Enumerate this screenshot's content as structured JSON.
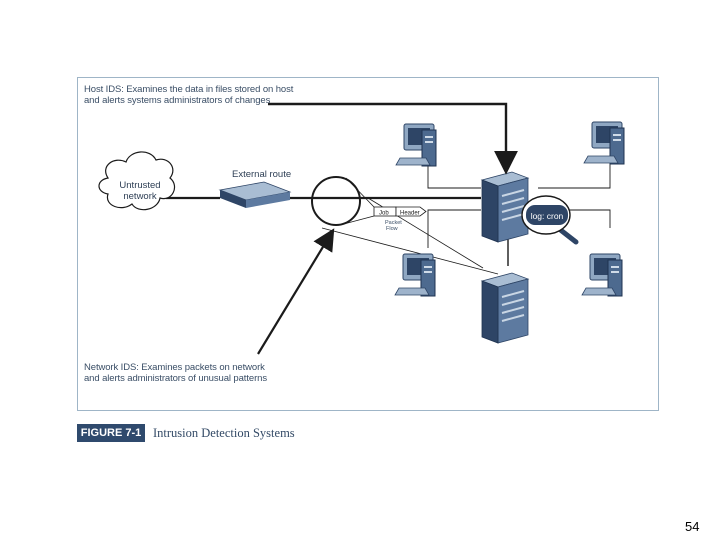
{
  "figure": {
    "host_ids_note_line1": "Host IDS: Examines the data in files stored on host",
    "host_ids_note_line2": "and alerts systems administrators of changes",
    "network_ids_note_line1": "Network IDS: Examines packets on network",
    "network_ids_note_line2": "and alerts administrators of unusual patterns",
    "cloud_line1": "Untrusted",
    "cloud_line2": "network",
    "router_label": "External route",
    "packet_job": "Job",
    "packet_header": "Header",
    "packet_flow_line1": "Packet",
    "packet_flow_line2": "Flow",
    "magnifier_label": "log: cron"
  },
  "caption": {
    "label": "FIGURE 7-1",
    "title": "Intrusion Detection Systems"
  },
  "page_number": "54",
  "colors": {
    "frame_border": "#9fb5c7",
    "badge_bg": "#2f4a6d",
    "device_dark": "#2e4566",
    "device_light": "#8fa7c2",
    "text": "#3a4e66"
  },
  "icons": [
    "workstation-icon",
    "server-icon",
    "router-icon",
    "cloud-icon",
    "magnifier-icon"
  ]
}
